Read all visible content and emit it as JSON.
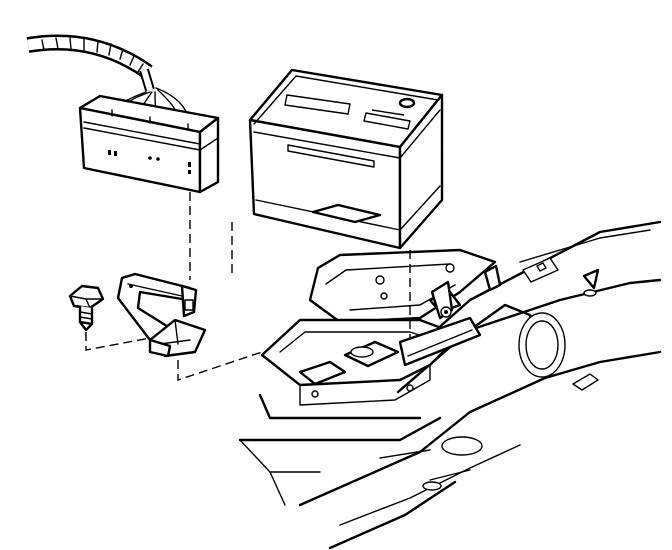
{
  "diagram": {
    "components": [
      {
        "id": "wiring-harness",
        "icon": "wiring-harness-icon"
      },
      {
        "id": "junction-block",
        "icon": "junction-block-icon"
      },
      {
        "id": "battery",
        "icon": "battery-icon"
      },
      {
        "id": "bolt",
        "icon": "bolt-icon"
      },
      {
        "id": "mounting-bracket",
        "icon": "bracket-icon"
      },
      {
        "id": "battery-tray",
        "icon": "battery-tray-icon"
      },
      {
        "id": "vehicle-frame",
        "icon": "frame-icon"
      }
    ],
    "leader_lines": [
      "junction-block-to-bracket",
      "bracket-to-tray",
      "bolt-to-bracket",
      "battery-to-tray"
    ]
  }
}
